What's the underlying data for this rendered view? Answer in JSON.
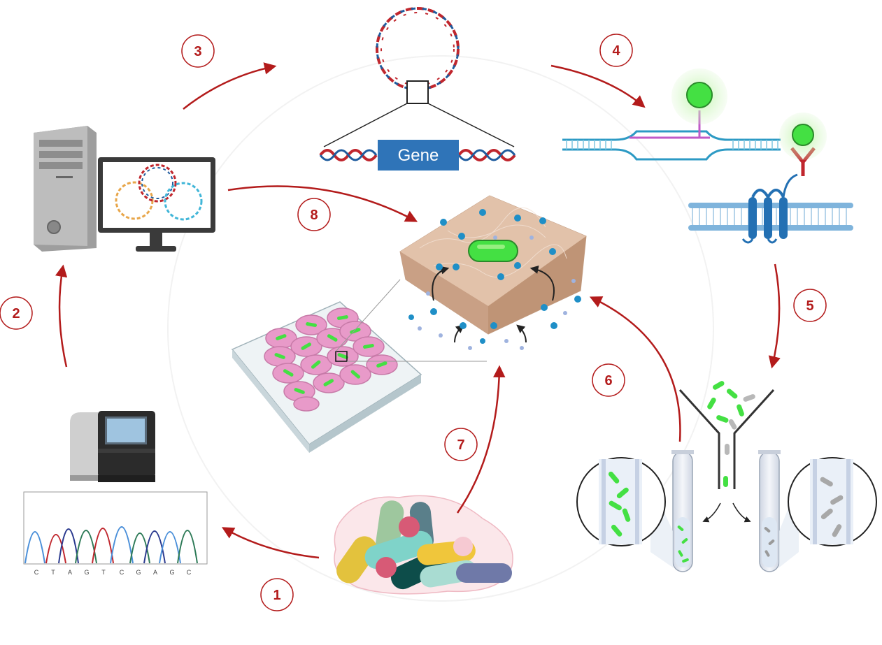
{
  "diagram": {
    "gene_label": "Gene",
    "sequence_letters": [
      "C",
      "T",
      "A",
      "G",
      "T",
      "C",
      "G",
      "A",
      "G",
      "C"
    ],
    "steps": [
      {
        "id": "1",
        "label": "1"
      },
      {
        "id": "2",
        "label": "2"
      },
      {
        "id": "3",
        "label": "3"
      },
      {
        "id": "4",
        "label": "4"
      },
      {
        "id": "5",
        "label": "5"
      },
      {
        "id": "6",
        "label": "6"
      },
      {
        "id": "7",
        "label": "7"
      },
      {
        "id": "8",
        "label": "8"
      }
    ],
    "colors": {
      "arrow": "#b31b1b",
      "step_ring": "#b31b1b",
      "gene_box": "#2f74b8",
      "dna_red": "#c0262d",
      "dna_blue": "#1f5c9e",
      "fluor_green": "#44e043",
      "tissue": "#d8b49a",
      "plate": "#dfe9ec",
      "well_pink": "#e89ac9"
    },
    "icons": [
      "computer-icon",
      "monitor-icon",
      "sequencer-icon",
      "chromatogram-icon",
      "plasmid-icon",
      "probe-hybridization-icon",
      "membrane-receptor-icon",
      "cell-sorter-icon",
      "test-tube-icon",
      "magnifier-icon",
      "well-plate-icon",
      "tissue-icon",
      "microbe-cluster-icon"
    ]
  }
}
